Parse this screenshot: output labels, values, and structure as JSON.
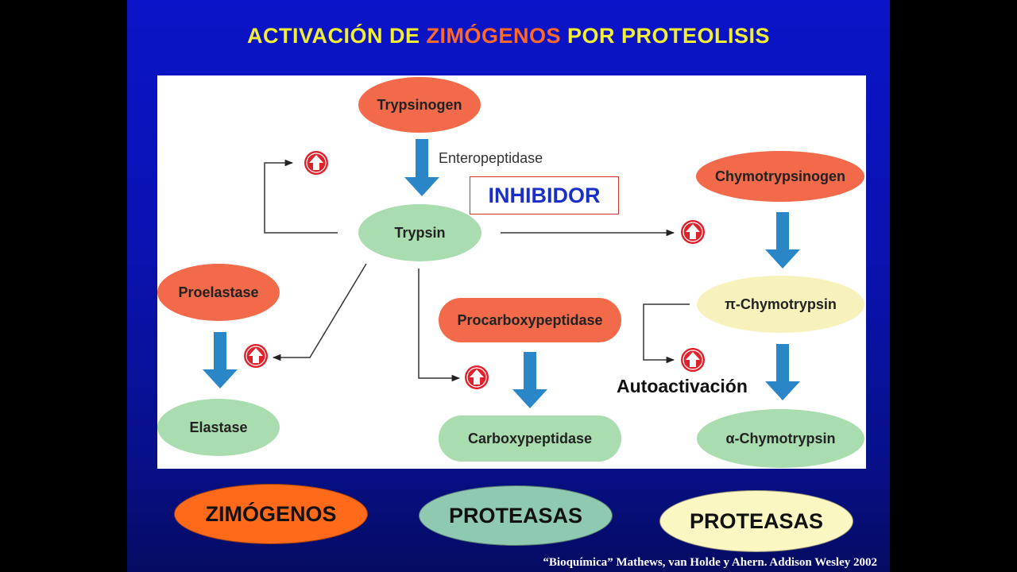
{
  "title": {
    "part1": "ACTIVACIÓN DE ",
    "accent": "ZIMÓGENOS",
    "part2": " POR PROTEOLISIS"
  },
  "nodes": {
    "trypsinogen": "Trypsinogen",
    "trypsin": "Trypsin",
    "chymotrypsinogen": "Chymotrypsinogen",
    "pi_chymotrypsin": "π-Chymotrypsin",
    "alpha_chymotrypsin": "α-Chymotrypsin",
    "proelastase": "Proelastase",
    "elastase": "Elastase",
    "procarboxypeptidase": "Procarboxypeptidase",
    "carboxypeptidase": "Carboxypeptidase"
  },
  "labels": {
    "enteropeptidase": "Enteropeptidase",
    "inhibitor": "INHIBIDOR",
    "autoactivation": "Autoactivación"
  },
  "legend": {
    "zymogens": "ZIMÓGENOS",
    "proteases_1": "PROTEASAS",
    "proteases_2": "PROTEASAS"
  },
  "citation": "“Bioquímica” Mathews, van Holde y Ahern. Addison Wesley 2002",
  "colors": {
    "title": "#f2ee34",
    "title_accent": "#ff6a2a",
    "zymogen": "#f26a4a",
    "protease": "#a9dcae",
    "protease_alt": "#f7f1bc",
    "arrow": "#2b86c8",
    "activation_symbol": "#e0202a",
    "inhibitor_text": "#1a2fc4",
    "legend_zymogen": "#ff6a1a",
    "legend_protease": "#8fc9b2",
    "legend_protease_alt": "#fbf7c2"
  }
}
